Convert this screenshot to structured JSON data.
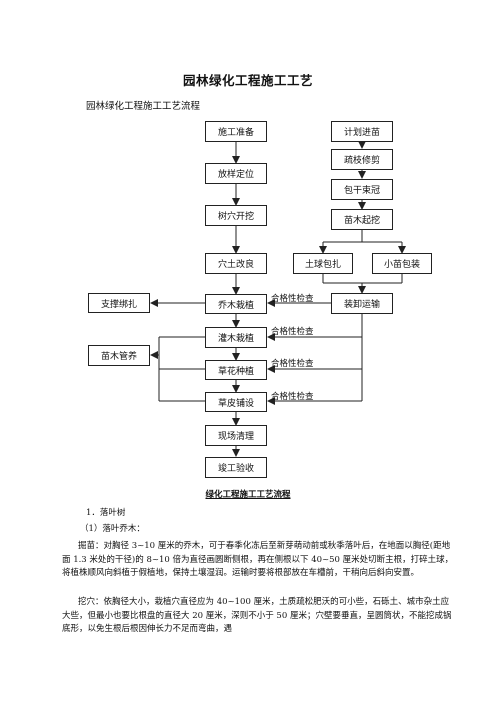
{
  "document": {
    "title": "园林绿化工程施工工艺",
    "subtitle": "园林绿化工程施工工艺流程",
    "caption": "绿化工程施工工艺流程",
    "heading_1": "1．落叶树",
    "heading_2": "（1）落叶乔木：",
    "paragraph_1": "掘苗：对胸径 3~10 厘米的乔木，可于春季化冻后至新芽萌动前或秋季落叶后，在地面以胸径(距地面 1.3 米处的干径)的 8~10 倍为直径画圆断侧根，再在侧根以下 40~50 厘米处切断主根，打碎土球，将植株顺风向斜植于假植地，保持土壤湿润。运输时要将根部放在车槽前，干稍向后斜向安置。",
    "paragraph_2": "挖穴：依胸径大小，栽植穴直径应为 40~100 厘米，土质疏松肥沃的可小些，石砾土、城市杂土应大些，但最小也要比根盘的直径大 20 厘米，深则不小于 50 厘米；穴壁要垂直，呈圆筒状，不能挖成锅底形，以免生根后根因伸长力不足而弯曲，遇"
  },
  "flowchart": {
    "main": [
      "施工准备",
      "放样定位",
      "树穴开挖",
      "穴土改良",
      "乔木栽植",
      "灌木栽植",
      "草花种植",
      "草皮铺设",
      "现场清理",
      "竣工验收"
    ],
    "right": [
      "计划进苗",
      "疏枝修剪",
      "包干束冠",
      "苗木起挖",
      "土球包扎",
      "小苗包装",
      "装卸运输"
    ],
    "left": [
      "支撑绑扎",
      "苗木管养"
    ],
    "check_label": "合格性检查"
  }
}
